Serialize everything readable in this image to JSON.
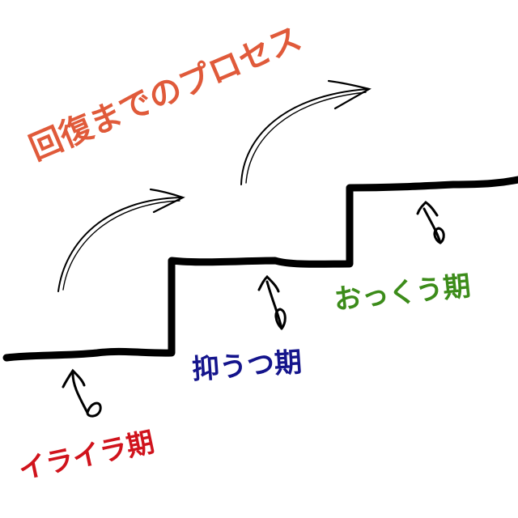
{
  "title": {
    "text": "回復までのプロセス",
    "color": "#e05a3a"
  },
  "stages": [
    {
      "id": "iraira",
      "label": "イライラ期",
      "color": "#d0131c"
    },
    {
      "id": "yokuutsu",
      "label": "抑うつ期",
      "color": "#14148c"
    },
    {
      "id": "okkuu",
      "label": "おっくう期",
      "color": "#3c8c1a"
    }
  ],
  "line_color": "#000000"
}
